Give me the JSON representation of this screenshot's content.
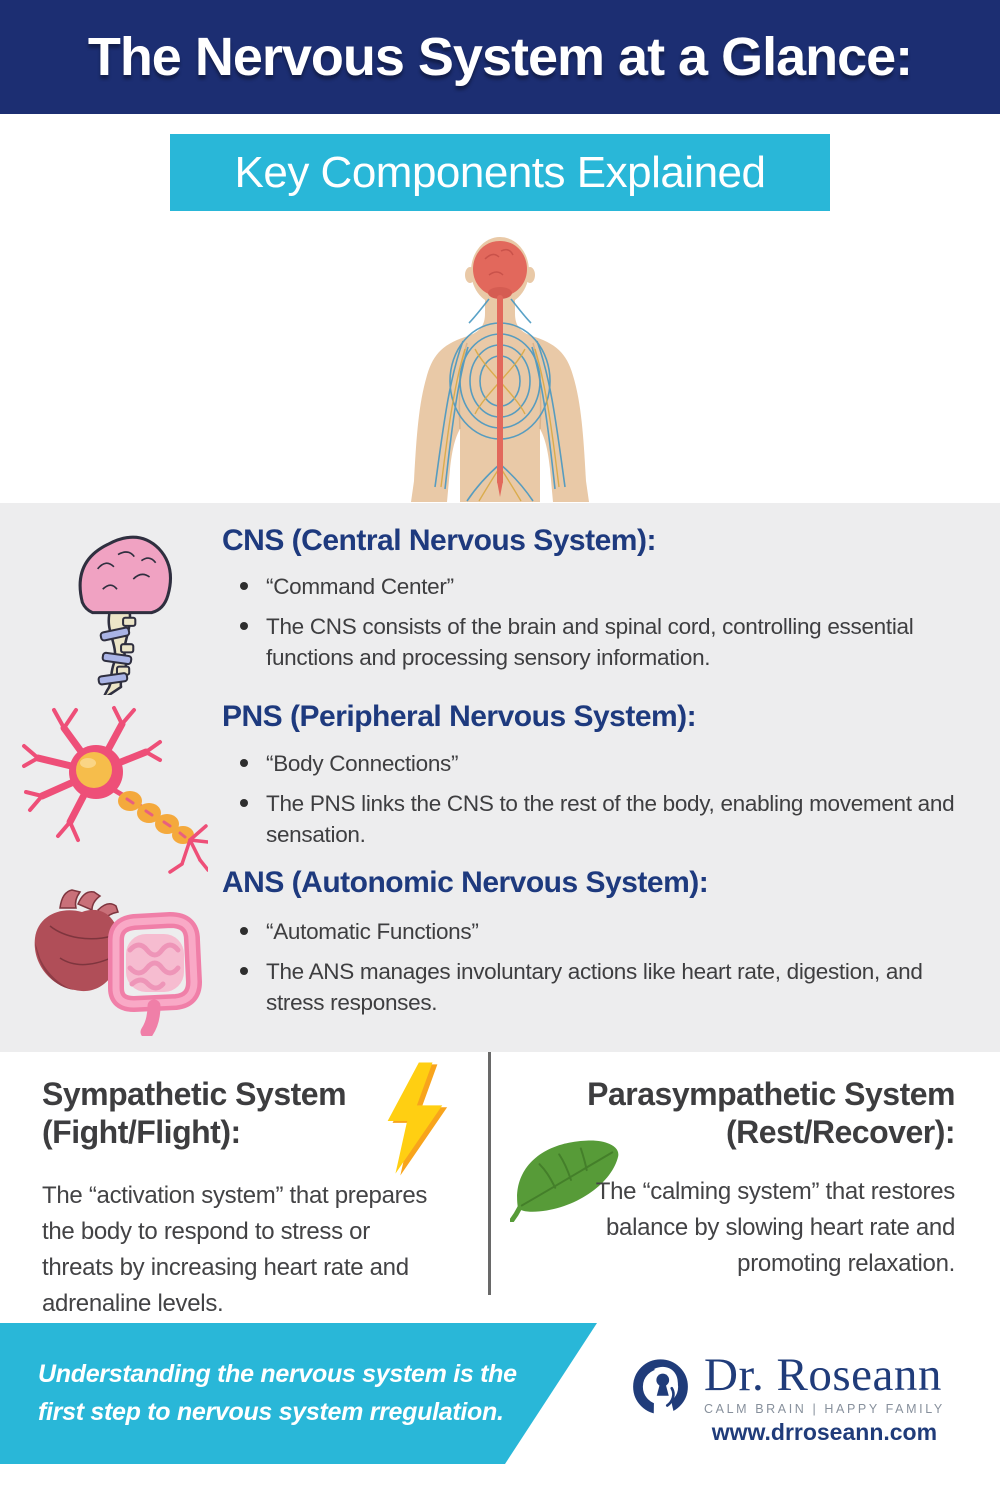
{
  "header": {
    "title": "The Nervous System at a Glance:",
    "subtitle": "Key Components Explained"
  },
  "sections": [
    {
      "id": "cns",
      "heading": "CNS (Central Nervous System):",
      "icon": "brain-spinal-cord-icon",
      "bullets": [
        "“Command Center”",
        "The CNS consists of the brain and spinal cord, controlling essential functions and processing sensory information."
      ]
    },
    {
      "id": "pns",
      "heading": "PNS (Peripheral Nervous System):",
      "icon": "neuron-icon",
      "bullets": [
        "“Body Connections”",
        "The PNS links the CNS to the rest of the body, enabling movement and sensation."
      ]
    },
    {
      "id": "ans",
      "heading": "ANS (Autonomic Nervous System):",
      "icon": "heart-intestine-icon",
      "bullets": [
        "“Automatic Functions”",
        "The ANS manages involuntary actions like heart rate, digestion, and stress responses."
      ]
    }
  ],
  "split": {
    "left": {
      "heading_lines": [
        "Sympathetic System",
        "(Fight/Flight):"
      ],
      "icon": "lightning-icon",
      "description": "The “activation system” that prepares the body to respond to stress or threats by increasing heart rate and adrenaline levels."
    },
    "right": {
      "heading_lines": [
        "Parasympathetic System",
        "(Rest/Recover):"
      ],
      "icon": "leaf-icon",
      "description": "The “calming system” that restores balance by slowing heart rate and promoting relaxation."
    }
  },
  "footer": {
    "banner_lines": [
      "Understanding the nervous system is the",
      "first step to nervous system rregulation."
    ],
    "brand": {
      "name": "Dr. Roseann",
      "tagline": "CALM BRAIN | HAPPY FAMILY",
      "website": "www.drroseann.com"
    }
  },
  "colors": {
    "navy": "#1c2e72",
    "heading_navy": "#1e3a7e",
    "cyan": "#29b7d8",
    "section_bg": "#ededee",
    "text_dark": "#3e3e40",
    "logo_navy": "#203c7a",
    "tagline_gray": "#87909c",
    "leaf_green": "#579b38",
    "bolt_yellow": "#ffcf12",
    "bolt_orange": "#f8a41c"
  }
}
